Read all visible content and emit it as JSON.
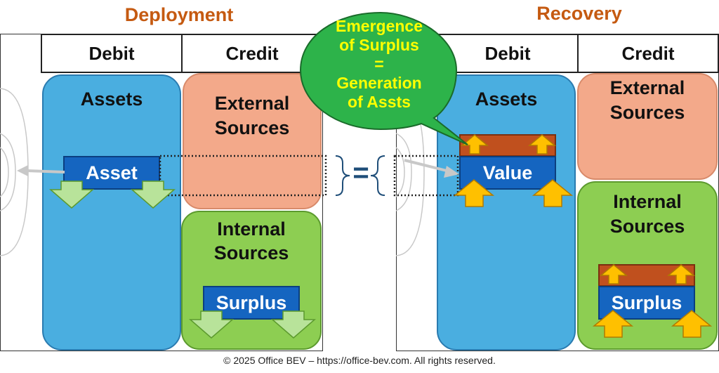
{
  "deployment": {
    "title": "Deployment",
    "debit": "Debit",
    "credit": "Credit",
    "assets": "Assets",
    "asset_box": "Asset",
    "external_line1": "External",
    "external_line2": "Sources",
    "internal_line1": "Internal",
    "internal_line2": "Sources",
    "surplus_box": "Surplus"
  },
  "recovery": {
    "title": "Recovery",
    "debit": "Debit",
    "credit": "Credit",
    "assets": "Assets",
    "value_box": "Value",
    "external_line1": "External",
    "external_line2": "Sources",
    "internal_line1": "Internal",
    "internal_line2": "Sources",
    "surplus_box": "Surplus"
  },
  "bubble": {
    "line1": "Emergence",
    "line2": "of Surplus",
    "line3": "=",
    "line4": "Generation",
    "line5": "of Assts"
  },
  "equals_sign": "=",
  "copyright": "© 2025 Office BEV – https://office-bev.com. All rights reserved.",
  "colors": {
    "title": "#c55a11",
    "assets_fill": "#4aaee0",
    "external_fill": "#f3a98a",
    "internal_fill": "#8dce52",
    "box_fill": "#1565c0",
    "increase_fill": "#c0501e",
    "bubble_fill": "#2db34a",
    "bubble_text": "#ffff00",
    "down_arrow": "#b8e39a",
    "up_arrow": "#ffc000"
  }
}
